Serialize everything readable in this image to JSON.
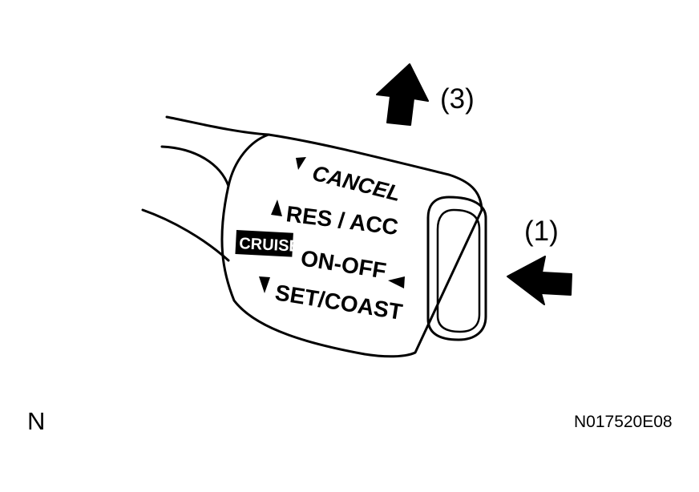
{
  "labels": {
    "callout_1": "(1)",
    "callout_3": "(3)",
    "cancel": "CANCEL",
    "res_acc": "RES / ACC",
    "cruise": "CRUISE",
    "on_off": "ON-OFF",
    "set_coast": "SET/COAST"
  },
  "corner": {
    "left": "N",
    "figure_code": "N017520E08"
  },
  "colors": {
    "ink": "#000000",
    "background": "#ffffff"
  },
  "icons": {
    "arrow_up": "arrow-up-icon",
    "arrow_left": "arrow-left-icon",
    "triangle_marker": "triangle-marker-icon"
  }
}
